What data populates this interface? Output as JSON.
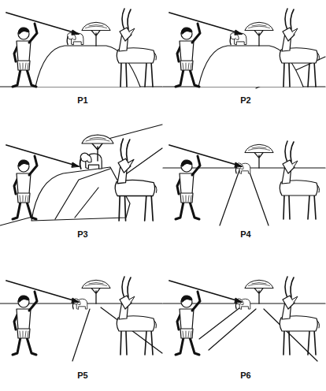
{
  "diagram": {
    "labels": [
      "P1",
      "P2",
      "P3",
      "P4",
      "P5",
      "P6"
    ]
  }
}
